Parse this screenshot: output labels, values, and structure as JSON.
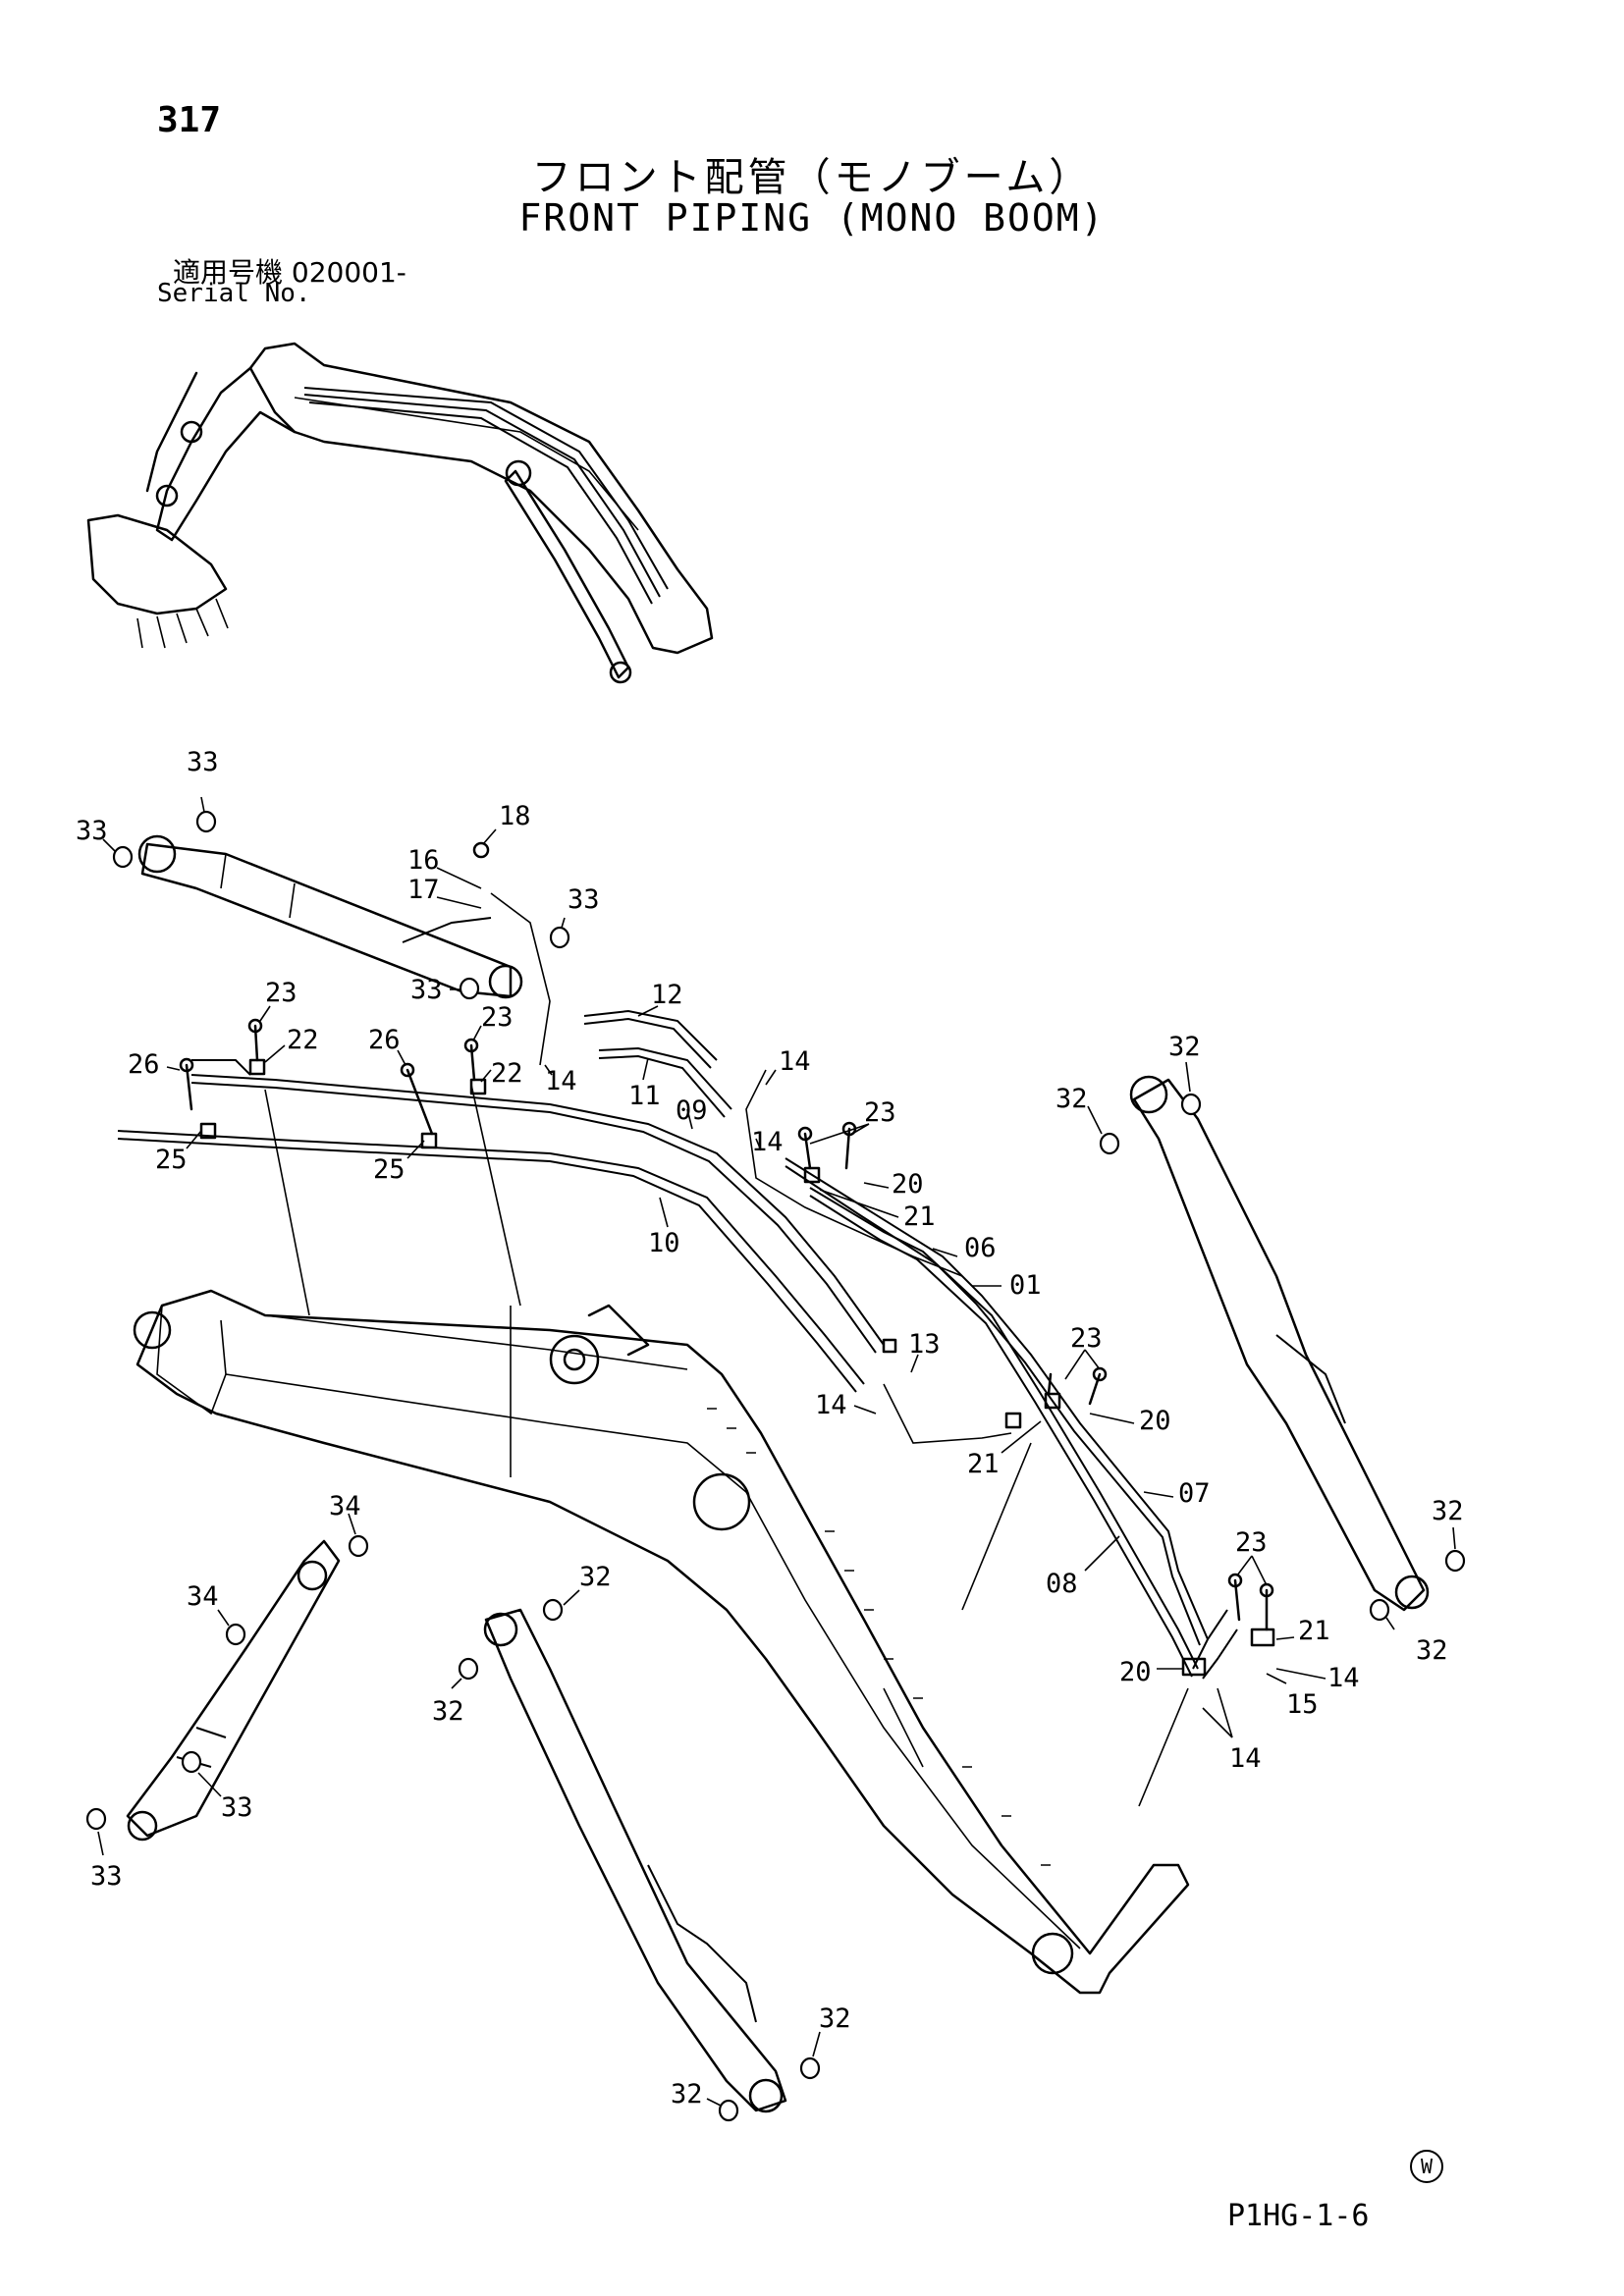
{
  "header": {
    "page_number": "317",
    "title_ja": "フロント配管（モノブーム）",
    "title_en": "FRONT PIPING (MONO BOOM)",
    "serial_label_ja": "適用号機  020001-",
    "serial_label_en": "Serial No."
  },
  "footer": {
    "code": "P1HG-1-6",
    "mark": "W"
  },
  "callouts": [
    "33",
    "33",
    "18",
    "16",
    "17",
    "33",
    "33",
    "23",
    "22",
    "26",
    "25",
    "26",
    "25",
    "23",
    "22",
    "12",
    "11",
    "14",
    "14",
    "09",
    "10",
    "14",
    "23",
    "20",
    "21",
    "06",
    "01",
    "13",
    "14",
    "23",
    "20",
    "21",
    "07",
    "08",
    "23",
    "21",
    "20",
    "14",
    "15",
    "14",
    "32",
    "32",
    "32",
    "32",
    "34",
    "34",
    "33",
    "33",
    "32",
    "32",
    "32",
    "32"
  ]
}
